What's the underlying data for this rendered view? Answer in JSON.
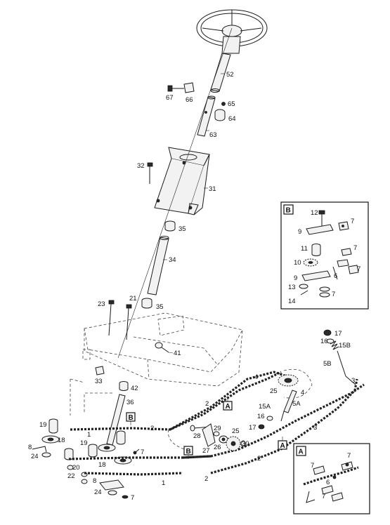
{
  "callouts": {
    "c52": "52",
    "c67": "67",
    "c66": "66",
    "c65": "65",
    "c64": "64",
    "c63": "63",
    "c32": "32",
    "c31": "31",
    "c35a": "35",
    "c34": "34",
    "c23": "23",
    "c21": "21",
    "c35b": "35",
    "c41": "41",
    "c33": "33",
    "c42": "42",
    "c36": "36",
    "c19a": "19",
    "c18a": "18",
    "c8a": "8",
    "c24a": "24",
    "c20": "20",
    "c22": "22",
    "c19b": "19",
    "c18b": "18",
    "c7a": "7",
    "c8b": "8",
    "c24b": "24",
    "c7b": "7",
    "c1a": "1",
    "c1b": "1",
    "c2a": "2",
    "c2b": "2",
    "c2c": "2",
    "c2d": "2",
    "c3a": "3",
    "c3b": "3",
    "c4a": "4",
    "c4b": "4",
    "c25a": "25",
    "c25b": "25",
    "c5a": "5A",
    "c15a": "15A",
    "c16a": "16",
    "c17a": "17",
    "c28": "28",
    "c29": "29",
    "c26": "26",
    "c27": "27",
    "c30": "30",
    "c17b": "17",
    "c16b": "16",
    "c15b": "15B",
    "c5b": "5B",
    "b12": "12",
    "b7a": "7",
    "b9a": "9",
    "b11": "11",
    "b10": "10",
    "b9b": "9",
    "b7b": "7",
    "b6": "6",
    "b7c": "7",
    "b13": "13",
    "b14": "14",
    "b7d": "7",
    "a7a": "7",
    "a7b": "7",
    "a6": "6",
    "a7c": "7"
  },
  "detail_tags": {
    "a": "A",
    "b": "B"
  }
}
